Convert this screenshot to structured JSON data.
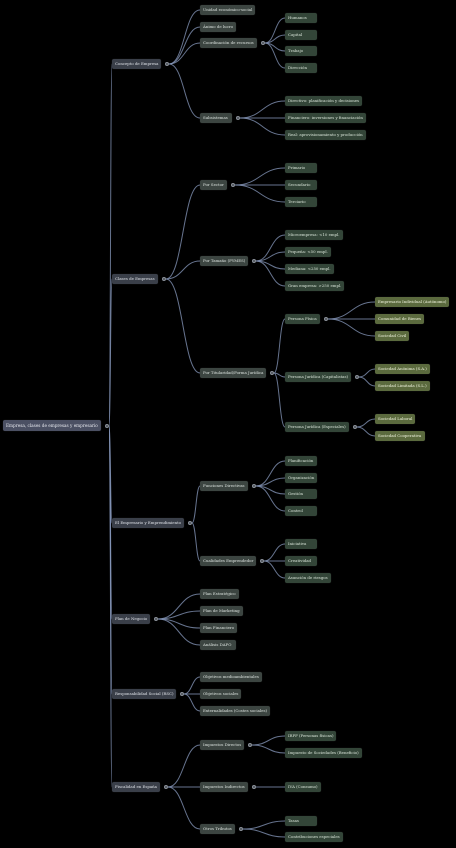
{
  "colors": {
    "background": "#000000",
    "root": "#4b5063",
    "level1": "#3a3f49",
    "level2": "#3c4541",
    "level3": "#334538",
    "level4": "#5b6a3e",
    "text_light": "#e6e6e6",
    "edge": "#8a9bbf"
  },
  "mindmap": {
    "root": "Empresa, clases de empresas y empresario",
    "branches": [
      {
        "label": "Concepto de Empresa",
        "children": [
          {
            "label": "Unidad económico-social"
          },
          {
            "label": "Ánimo de lucro"
          },
          {
            "label": "Coordinación de recursos",
            "children": [
              {
                "label": "Humanos"
              },
              {
                "label": "Capital"
              },
              {
                "label": "Trabajo"
              },
              {
                "label": "Dirección"
              }
            ]
          },
          {
            "label": "Subsistemas",
            "children": [
              {
                "label": "Directivo: planificación y decisiones"
              },
              {
                "label": "Financiero: inversiones y financiación"
              },
              {
                "label": "Real: aprovisionamiento y producción"
              }
            ]
          }
        ]
      },
      {
        "label": "Clases de Empresas",
        "children": [
          {
            "label": "Por Sector",
            "children": [
              {
                "label": "Primario"
              },
              {
                "label": "Secundario"
              },
              {
                "label": "Terciario"
              }
            ]
          },
          {
            "label": "Por Tamaño (PYMES)",
            "children": [
              {
                "label": "Microempresa: <10 empl."
              },
              {
                "label": "Pequeña: <50 empl."
              },
              {
                "label": "Mediana: <250 empl."
              },
              {
                "label": "Gran empresa: >250 empl."
              }
            ]
          },
          {
            "label": "Por Titularidad/Forma Jurídica",
            "children": [
              {
                "label": "Persona Física",
                "children": [
                  {
                    "label": "Empresario Individual (Autónomo)"
                  },
                  {
                    "label": "Comunidad de Bienes"
                  },
                  {
                    "label": "Sociedad Civil"
                  }
                ]
              },
              {
                "label": "Persona Jurídica (Capitalistas)",
                "children": [
                  {
                    "label": "Sociedad Anónima (S.A.)"
                  },
                  {
                    "label": "Sociedad Limitada (S.L.)"
                  }
                ]
              },
              {
                "label": "Persona Jurídica (Especiales)",
                "children": [
                  {
                    "label": "Sociedad Laboral"
                  },
                  {
                    "label": "Sociedad Cooperativa"
                  }
                ]
              }
            ]
          }
        ]
      },
      {
        "label": "El Empresario y Emprendimiento",
        "children": [
          {
            "label": "Funciones Directivas",
            "children": [
              {
                "label": "Planificación"
              },
              {
                "label": "Organización"
              },
              {
                "label": "Gestión"
              },
              {
                "label": "Control"
              }
            ]
          },
          {
            "label": "Cualidades Emprendedor",
            "children": [
              {
                "label": "Iniciativa"
              },
              {
                "label": "Creatividad"
              },
              {
                "label": "Asunción de riesgos"
              }
            ]
          }
        ]
      },
      {
        "label": "Plan de Negocio",
        "children": [
          {
            "label": "Plan Estratégico"
          },
          {
            "label": "Plan de Marketing"
          },
          {
            "label": "Plan Financiero"
          },
          {
            "label": "Análisis DAFO"
          }
        ]
      },
      {
        "label": "Responsabilidad Social (RSC)",
        "children": [
          {
            "label": "Objetivos medioambientales"
          },
          {
            "label": "Objetivos sociales"
          },
          {
            "label": "Externalidades (Costes sociales)"
          }
        ]
      },
      {
        "label": "Fiscalidad en España",
        "children": [
          {
            "label": "Impuestos Directos",
            "children": [
              {
                "label": "IRPF (Personas físicas)"
              },
              {
                "label": "Impuesto de Sociedades (Beneficio)"
              }
            ]
          },
          {
            "label": "Impuestos Indirectos",
            "children": [
              {
                "label": "IVA (Consumo)"
              }
            ]
          },
          {
            "label": "Otros Tributos",
            "children": [
              {
                "label": "Tasas"
              },
              {
                "label": "Contribuciones especiales"
              }
            ]
          }
        ]
      }
    ]
  }
}
